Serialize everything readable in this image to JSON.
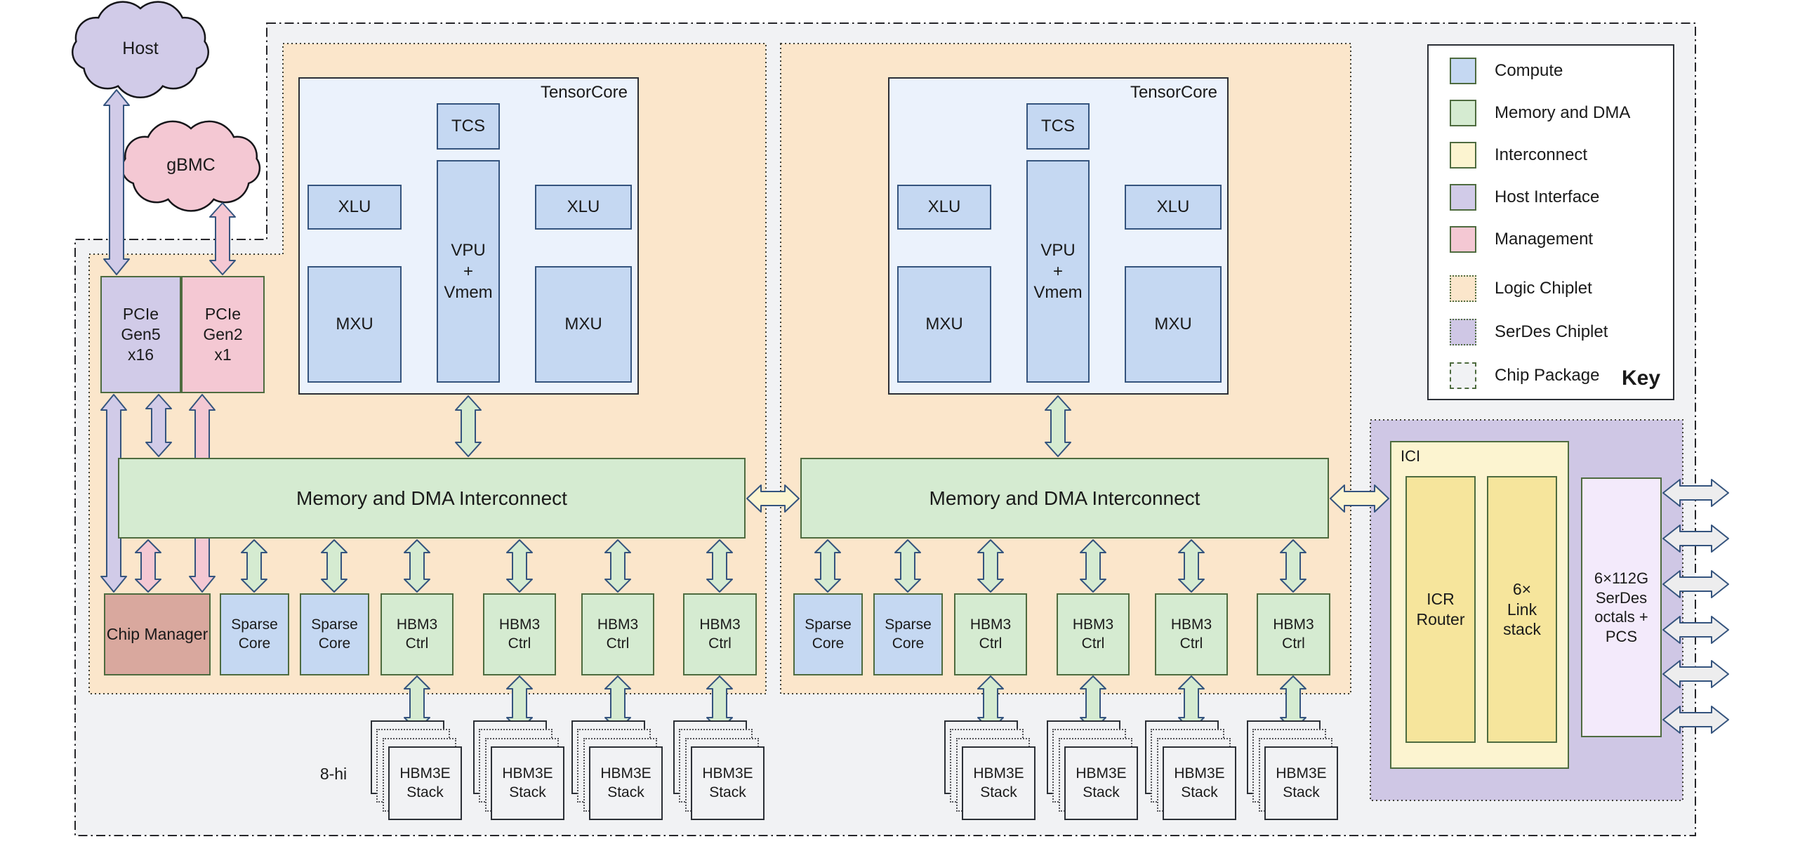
{
  "diagram": {
    "clouds": {
      "host": "Host",
      "gbmc": "gBMC"
    },
    "host_interface": {
      "pcie_gen5": "PCIe\nGen5\nx16",
      "pcie_gen2": "PCIe\nGen2\nx1"
    },
    "tensorcore": {
      "title": "TensorCore",
      "tcs": "TCS",
      "vpu": "VPU\n+\nVmem",
      "xlu": "XLU",
      "mxu": "MXU"
    },
    "interconnect_label": "Memory and DMA Interconnect",
    "chip_manager": "Chip Manager",
    "sparse_core": "Sparse\nCore",
    "hbm_ctrl": "HBM3\nCtrl",
    "hbm_stack": "HBM3E\nStack",
    "stack_height_note": "8-hi",
    "ici": {
      "title": "ICI",
      "icr_router": "ICR\nRouter",
      "link_stack": "6×\nLink\nstack"
    },
    "serdes_octals": "6×112G\nSerDes\noctals +\nPCS"
  },
  "key": {
    "title": "Key",
    "items": [
      {
        "label": "Compute",
        "swatch": "compute"
      },
      {
        "label": "Memory and DMA",
        "swatch": "memory"
      },
      {
        "label": "Interconnect",
        "swatch": "interconnect"
      },
      {
        "label": "Host Interface",
        "swatch": "host"
      },
      {
        "label": "Management",
        "swatch": "management"
      },
      {
        "label": "Logic Chiplet",
        "swatch": "logic-chiplet"
      },
      {
        "label": "SerDes Chiplet",
        "swatch": "serdes-chiplet"
      },
      {
        "label": "Chip Package",
        "swatch": "chip-package"
      }
    ]
  },
  "colors": {
    "compute_blue": "#c5d8f2",
    "memory_green": "#d5ebd1",
    "interconnect_yellow": "#fcf4d0",
    "interconnect_yellow_deep": "#f6e59c",
    "host_lavender": "#d1cbe8",
    "management_pink": "#f4c8d3",
    "management_deep": "#d9a89e",
    "logic_chiplet_orange": "#fbe6cb",
    "serdes_lavender": "#cfc7e5",
    "serdes_octals_purple": "#f3eafb",
    "chip_package_gray": "#f1f2f4",
    "tensorcore_bg": "#ebf2fc",
    "arrow_gray": "#ededee",
    "border_green": "#4e6b3f",
    "border_blue": "#35547e"
  }
}
